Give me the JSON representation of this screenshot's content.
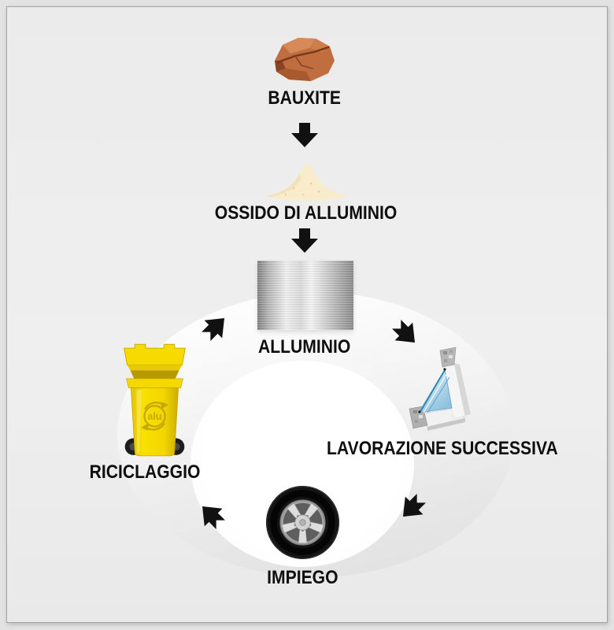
{
  "diagram": {
    "labels": {
      "bauxite": "BAUXITE",
      "ossido": "OSSIDO DI ALLUMINIO",
      "alluminio": "ALLUMINIO",
      "lavorazione": "LAVORAZIONE SUCCESSIVA",
      "riciclaggio": "RICICLAGGIO",
      "impiego": "IMPIEGO"
    },
    "bin": {
      "logo_text": "alu"
    },
    "flow": {
      "linear_steps": [
        "BAUXITE",
        "OSSIDO DI ALLUMINIO",
        "ALLUMINIO"
      ],
      "cycle_steps": [
        "ALLUMINIO",
        "LAVORAZIONE SUCCESSIVA",
        "IMPIEGO",
        "RICICLAGGIO"
      ]
    },
    "colors": {
      "arrow_black": "#111111",
      "bin_yellow": "#f2d800",
      "bin_logo": "#c6a900",
      "rock_brown": "#c06e40",
      "powder_cream": "#f8ecca",
      "glass_blue": "#9ccbe4",
      "label_text": "#0e0e0e"
    }
  }
}
